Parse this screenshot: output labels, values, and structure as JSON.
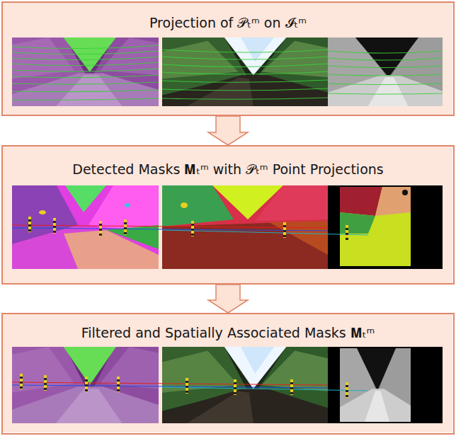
{
  "diagram": {
    "nodes": [
      {
        "text": [
          "Projection of 𝒫ₜᵐ on 𝓘ₜᵐ"
        ]
      },
      {
        "text": [
          "Detected Masks 𝐌ₜᵐ with 𝒫ₜᵐ Point Projections"
        ]
      },
      {
        "text": [
          "Filtered and Spatially Associated Masks 𝐌ₜᵐ"
        ]
      }
    ],
    "edges": [
      {
        "from": 0,
        "to": 1,
        "arrow": "to"
      },
      {
        "from": 1,
        "to": 2,
        "arrow": "to"
      }
    ]
  }
}
